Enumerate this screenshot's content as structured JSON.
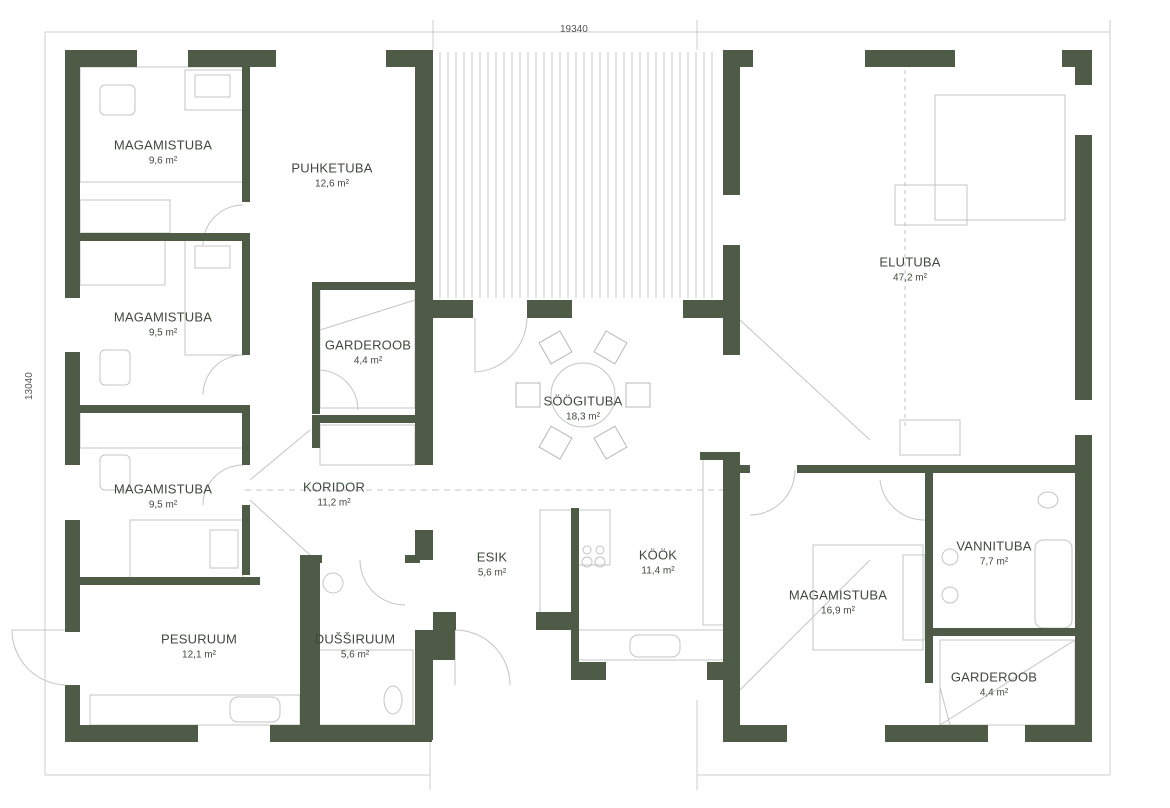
{
  "dimensions": {
    "width": "19340",
    "height": "13040"
  },
  "colors": {
    "wall": "#4e5b47",
    "line": "#bdbdbd",
    "text": "#3e4a3b"
  },
  "rooms": [
    {
      "name": "MAGAMISTUBA",
      "area": "9,6 m²"
    },
    {
      "name": "PUHKETUBA",
      "area": "12,6 m²"
    },
    {
      "name": "MAGAMISTUBA",
      "area": "9,5 m²"
    },
    {
      "name": "GARDEROOB",
      "area": "4,4 m²"
    },
    {
      "name": "SÖÖGITUBA",
      "area": "18,3 m²"
    },
    {
      "name": "MAGAMISTUBA",
      "area": "9,5 m²"
    },
    {
      "name": "KORIDOR",
      "area": "11,2 m²"
    },
    {
      "name": "ESIK",
      "area": "5,6 m²"
    },
    {
      "name": "KÖÖK",
      "area": "11,4 m²"
    },
    {
      "name": "PESURUUM",
      "area": "12,1 m²"
    },
    {
      "name": "DUŠŠIRUUM",
      "area": "5,6 m²"
    },
    {
      "name": "ELUTUBA",
      "area": "47,2 m²"
    },
    {
      "name": "VANNITUBA",
      "area": "7,7 m²"
    },
    {
      "name": "MAGAMISTUBA",
      "area": "16,9 m²"
    },
    {
      "name": "GARDEROOB",
      "area": "4,4 m²"
    }
  ]
}
